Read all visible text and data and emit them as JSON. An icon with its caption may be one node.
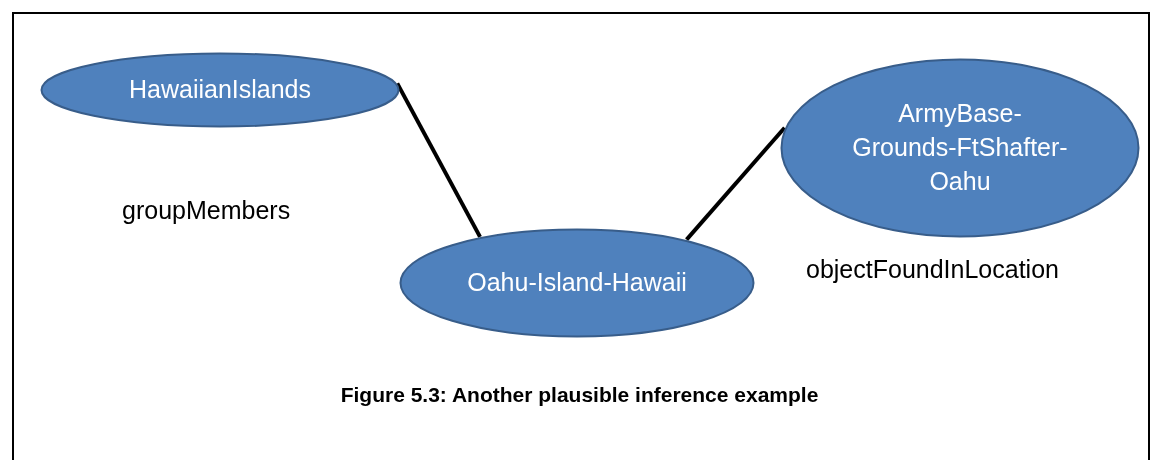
{
  "diagram": {
    "caption": "Figure 5.3: Another plausible inference example",
    "nodes": [
      {
        "text": [
          "HawaiianIslands"
        ]
      },
      {
        "text": [
          "ArmyBase-Grounds-FtShafter-Oahu"
        ]
      },
      {
        "text": [
          "Oahu-Island-Hawaii"
        ]
      }
    ],
    "edges": [
      {
        "from": 0,
        "to": 2,
        "arrow": "none"
      },
      {
        "from": 2,
        "to": 1,
        "arrow": "none"
      }
    ],
    "labels": [
      "groupMembers",
      "objectFoundInLocation"
    ]
  }
}
